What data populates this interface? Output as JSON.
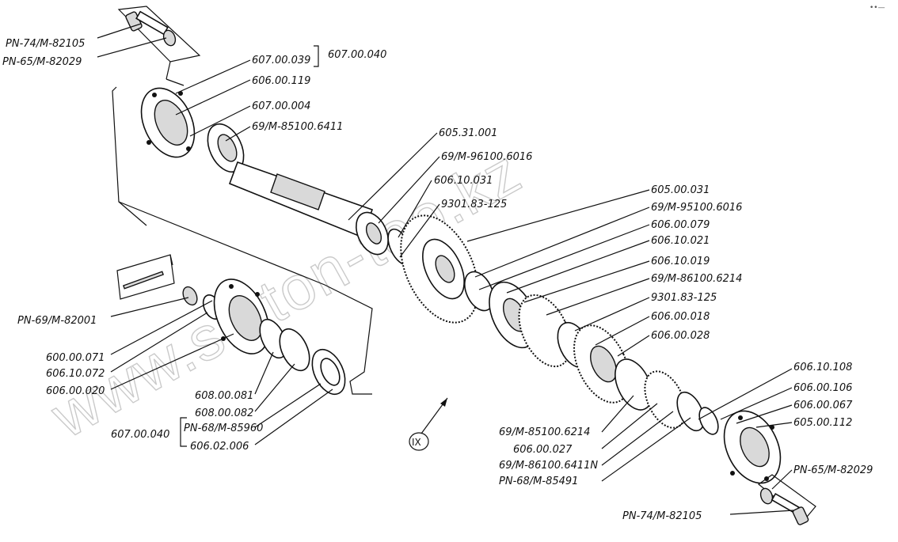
{
  "watermark": "www.sinton-too.kz",
  "corner_mark": "••—",
  "section_marker": "IX",
  "labels": {
    "pn74_top": "PN-74/M-82105",
    "pn65_top": "PN-65/M-82029",
    "l607_00_039": "607.00.039",
    "l607_00_040_top": "607.00.040",
    "l606_00_119": "606.00.119",
    "l607_00_004": "607.00.004",
    "l69_85100_6411": "69/M-85100.6411",
    "l605_31_001": "605.31.001",
    "l69_96100_6016": "69/M-96100.6016",
    "l606_10_031": "606.10.031",
    "l9301_83_125_a": "9301.83-125",
    "l605_00_031": "605.00.031",
    "l69_95100_6016": "69/M-95100.6016",
    "l606_00_079": "606.00.079",
    "l606_10_021": "606.10.021",
    "l606_10_019": "606.10.019",
    "l69_86100_6214": "69/M-86100.6214",
    "l9301_83_125_b": "9301.83-125",
    "l606_00_018": "606.00.018",
    "l606_00_028": "606.00.028",
    "l606_10_108": "606.10.108",
    "l606_00_106": "606.00.106",
    "l606_00_067": "606.00.067",
    "l605_00_112": "605.00.112",
    "pn65_bottom": "PN-65/M-82029",
    "pn74_bottom": "PN-74/M-82105",
    "pn69_left": "PN-69/M-82001",
    "l600_00_071": "600.00.071",
    "l606_10_072": "606.10.072",
    "l606_00_020": "606.00.020",
    "l608_00_081": "608.00.081",
    "l608_00_082": "608.00.082",
    "pn68_85960": "PN-68/M-85960",
    "l607_00_040_left": "607.00.040",
    "l606_02_006": "606.02.006",
    "l69_85100_6214": "69/M-85100.6214",
    "l606_00_027": "606.00.027",
    "l69_86100_6411n": "69/M-86100.6411N",
    "pn68_85491": "PN-68/M-85491"
  }
}
